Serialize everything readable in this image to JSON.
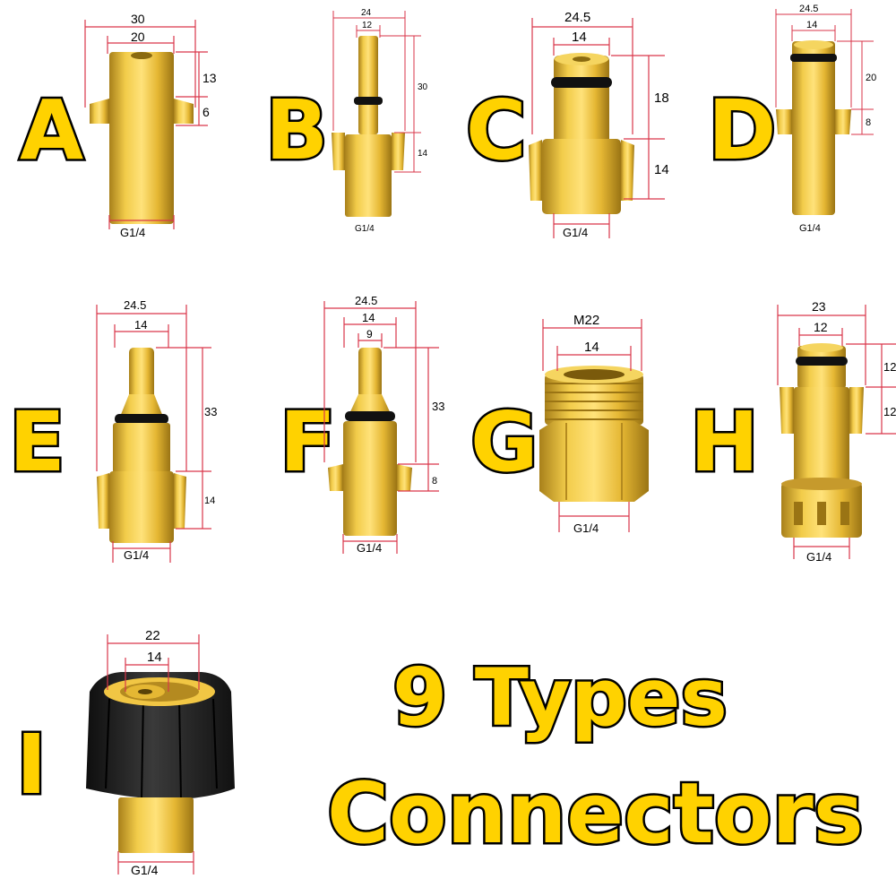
{
  "colors": {
    "brass": "#e2b830",
    "dim_line": "#d9364a",
    "letter_fill": "#ffd200",
    "letter_stroke": "#000000",
    "rubber": "#1f1f1f"
  },
  "title": {
    "line1": "9 Types",
    "line2": "Connectors"
  },
  "products": [
    {
      "letter": "A",
      "dims": [
        "30",
        "20",
        "13",
        "6"
      ],
      "thread": "G1/4"
    },
    {
      "letter": "B",
      "dims": [
        "24",
        "12",
        "30",
        "14"
      ],
      "thread": "G1/4"
    },
    {
      "letter": "C",
      "dims": [
        "24.5",
        "14",
        "18",
        "14"
      ],
      "thread": "G1/4"
    },
    {
      "letter": "D",
      "dims": [
        "24.5",
        "14",
        "20",
        "8"
      ],
      "thread": "G1/4"
    },
    {
      "letter": "E",
      "dims": [
        "24.5",
        "14",
        "33",
        "14"
      ],
      "thread": "G1/4"
    },
    {
      "letter": "F",
      "dims": [
        "24.5",
        "14",
        "9",
        "33",
        "8"
      ],
      "thread": "G1/4"
    },
    {
      "letter": "G",
      "dims": [
        "M22",
        "14"
      ],
      "thread": "G1/4"
    },
    {
      "letter": "H",
      "dims": [
        "23",
        "12",
        "12",
        "12"
      ],
      "thread": "G1/4"
    },
    {
      "letter": "I",
      "dims": [
        "22",
        "14"
      ],
      "thread": "G1/4"
    }
  ]
}
